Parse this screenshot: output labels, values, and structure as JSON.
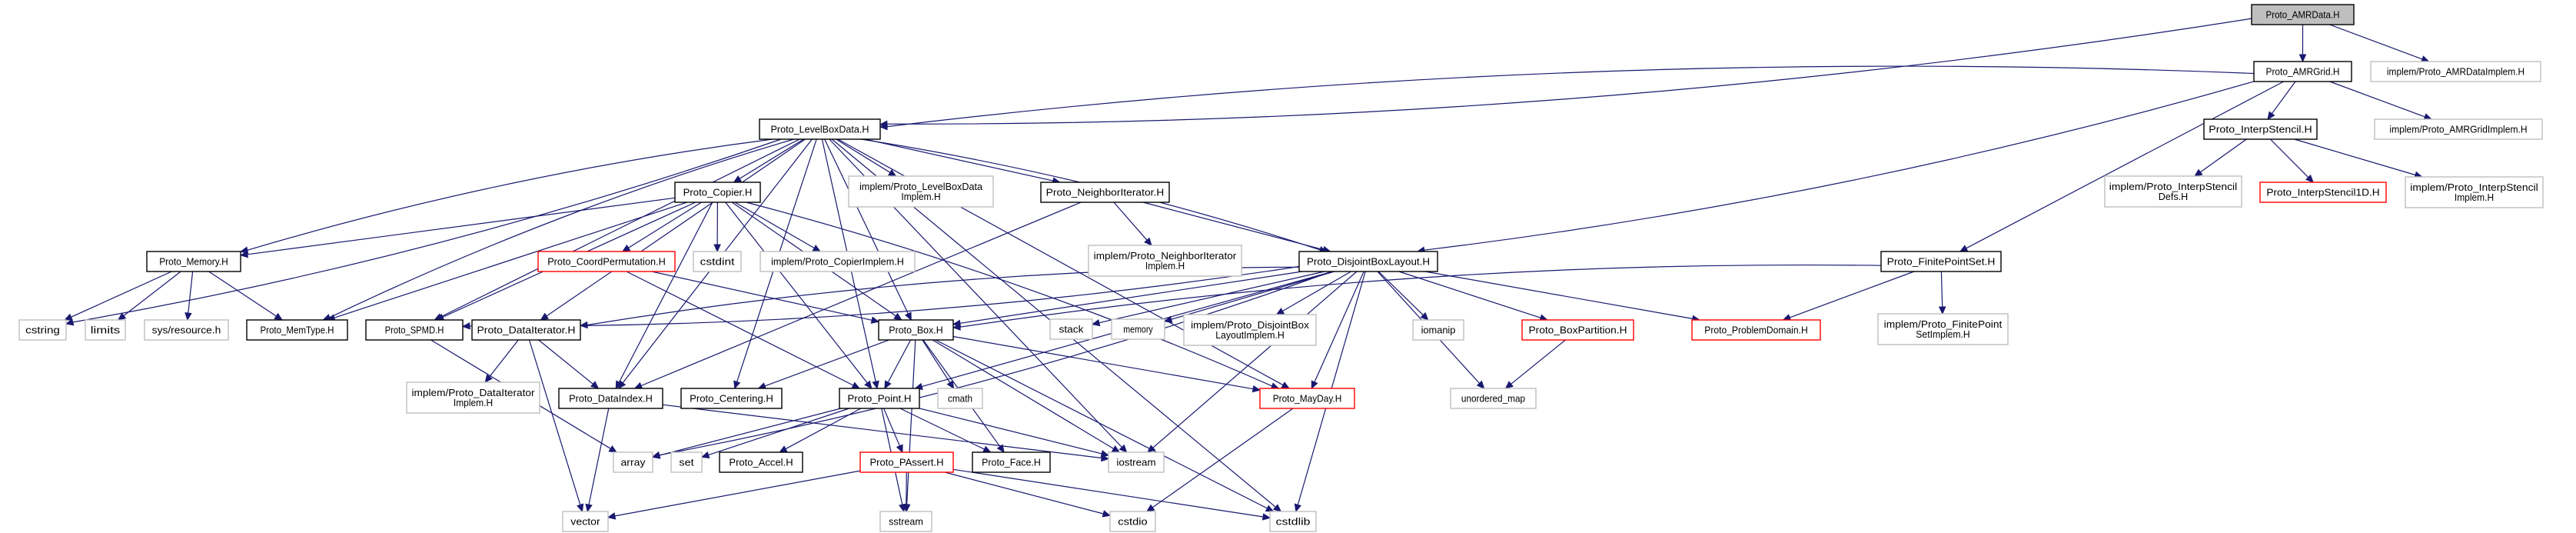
{
  "title": "Proto_AMRData.H include dependency graph",
  "colors": {
    "edge": "#191970",
    "root_fill": "#bfbfbf",
    "root_border": "#000000",
    "documented_border": "#000000",
    "undocumented_border": "#ff0000",
    "external_border": "#bfbfbf",
    "node_fill": "#ffffff"
  },
  "nodes": [
    {
      "id": "amrdata",
      "label": [
        "Proto_AMRData.H"
      ],
      "kind": "root"
    },
    {
      "id": "amrgrid",
      "label": [
        "Proto_AMRGrid.H"
      ],
      "kind": "documented"
    },
    {
      "id": "amrdataimplem",
      "label": [
        "implem/Proto_AMRDataImplem.H"
      ],
      "kind": "external"
    },
    {
      "id": "levelboxdata",
      "label": [
        "Proto_LevelBoxData.H"
      ],
      "kind": "documented"
    },
    {
      "id": "interpstencil",
      "label": [
        "Proto_InterpStencil.H"
      ],
      "kind": "documented"
    },
    {
      "id": "amrgridimplem",
      "label": [
        "implem/Proto_AMRGridImplem.H"
      ],
      "kind": "external"
    },
    {
      "id": "interpstencildefs",
      "label": [
        "implem/Proto_InterpStencil",
        "Defs.H"
      ],
      "kind": "external"
    },
    {
      "id": "interpstencil1d",
      "label": [
        "Proto_InterpStencil1D.H"
      ],
      "kind": "undocumented"
    },
    {
      "id": "interpstencilimplem",
      "label": [
        "implem/Proto_InterpStencil",
        "Implem.H"
      ],
      "kind": "external"
    },
    {
      "id": "copier",
      "label": [
        "Proto_Copier.H"
      ],
      "kind": "documented"
    },
    {
      "id": "levelboxdataimplem",
      "label": [
        "implem/Proto_LevelBoxData",
        "Implem.H"
      ],
      "kind": "external"
    },
    {
      "id": "neighboriterator",
      "label": [
        "Proto_NeighborIterator.H"
      ],
      "kind": "documented"
    },
    {
      "id": "memory",
      "label": [
        "Proto_Memory.H"
      ],
      "kind": "documented"
    },
    {
      "id": "coordpermutation",
      "label": [
        "Proto_CoordPermutation.H"
      ],
      "kind": "undocumented"
    },
    {
      "id": "cstdint",
      "label": [
        "cstdint"
      ],
      "kind": "external"
    },
    {
      "id": "copierimplem",
      "label": [
        "implem/Proto_CopierImplem.H"
      ],
      "kind": "external"
    },
    {
      "id": "neighboriteratorimplem",
      "label": [
        "implem/Proto_NeighborIterator",
        "Implem.H"
      ],
      "kind": "external"
    },
    {
      "id": "disjointboxlayout",
      "label": [
        "Proto_DisjointBoxLayout.H"
      ],
      "kind": "documented"
    },
    {
      "id": "finitepointset",
      "label": [
        "Proto_FinitePointSet.H"
      ],
      "kind": "documented"
    },
    {
      "id": "cstring",
      "label": [
        "cstring"
      ],
      "kind": "external"
    },
    {
      "id": "limits",
      "label": [
        "limits"
      ],
      "kind": "external"
    },
    {
      "id": "sysresource",
      "label": [
        "sys/resource.h"
      ],
      "kind": "external"
    },
    {
      "id": "memtype",
      "label": [
        "Proto_MemType.H"
      ],
      "kind": "documented"
    },
    {
      "id": "spmd",
      "label": [
        "Proto_SPMD.H"
      ],
      "kind": "documented"
    },
    {
      "id": "dataiterator",
      "label": [
        "Proto_DataIterator.H"
      ],
      "kind": "documented"
    },
    {
      "id": "box",
      "label": [
        "Proto_Box.H"
      ],
      "kind": "documented"
    },
    {
      "id": "stack",
      "label": [
        "stack"
      ],
      "kind": "external"
    },
    {
      "id": "memorystd",
      "label": [
        "memory"
      ],
      "kind": "external"
    },
    {
      "id": "disjointboxlayoutimplem",
      "label": [
        "implem/Proto_DisjointBox",
        "LayoutImplem.H"
      ],
      "kind": "external"
    },
    {
      "id": "iomanip",
      "label": [
        "iomanip"
      ],
      "kind": "external"
    },
    {
      "id": "boxpartition",
      "label": [
        "Proto_BoxPartition.H"
      ],
      "kind": "undocumented"
    },
    {
      "id": "problemdomain",
      "label": [
        "Proto_ProblemDomain.H"
      ],
      "kind": "undocumented"
    },
    {
      "id": "finitepointsetimplem",
      "label": [
        "implem/Proto_FinitePoint",
        "SetImplem.H"
      ],
      "kind": "external"
    },
    {
      "id": "dataiteratorimplem",
      "label": [
        "implem/Proto_DataIterator",
        "Implem.H"
      ],
      "kind": "external"
    },
    {
      "id": "dataindex",
      "label": [
        "Proto_DataIndex.H"
      ],
      "kind": "documented"
    },
    {
      "id": "centering",
      "label": [
        "Proto_Centering.H"
      ],
      "kind": "documented"
    },
    {
      "id": "point",
      "label": [
        "Proto_Point.H"
      ],
      "kind": "documented"
    },
    {
      "id": "cmath",
      "label": [
        "cmath"
      ],
      "kind": "external"
    },
    {
      "id": "mayday",
      "label": [
        "Proto_MayDay.H"
      ],
      "kind": "undocumented"
    },
    {
      "id": "unorderedmap",
      "label": [
        "unordered_map"
      ],
      "kind": "external"
    },
    {
      "id": "array",
      "label": [
        "array"
      ],
      "kind": "external"
    },
    {
      "id": "set",
      "label": [
        "set"
      ],
      "kind": "external"
    },
    {
      "id": "accel",
      "label": [
        "Proto_Accel.H"
      ],
      "kind": "documented"
    },
    {
      "id": "passert",
      "label": [
        "Proto_PAssert.H"
      ],
      "kind": "undocumented"
    },
    {
      "id": "face",
      "label": [
        "Proto_Face.H"
      ],
      "kind": "documented"
    },
    {
      "id": "iostream",
      "label": [
        "iostream"
      ],
      "kind": "external"
    },
    {
      "id": "vector",
      "label": [
        "vector"
      ],
      "kind": "external"
    },
    {
      "id": "sstream",
      "label": [
        "sstream"
      ],
      "kind": "external"
    },
    {
      "id": "cstdio",
      "label": [
        "cstdio"
      ],
      "kind": "external"
    },
    {
      "id": "cstdlib",
      "label": [
        "cstdlib"
      ],
      "kind": "external"
    }
  ],
  "edges": [
    [
      "amrdata",
      "amrgrid"
    ],
    [
      "amrdata",
      "amrdataimplem"
    ],
    [
      "amrdata",
      "levelboxdata"
    ],
    [
      "amrgrid",
      "levelboxdata"
    ],
    [
      "amrgrid",
      "interpstencil"
    ],
    [
      "amrgrid",
      "amrgridimplem"
    ],
    [
      "amrgrid",
      "disjointboxlayout"
    ],
    [
      "amrgrid",
      "finitepointset"
    ],
    [
      "interpstencil",
      "interpstencildefs"
    ],
    [
      "interpstencil",
      "interpstencil1d"
    ],
    [
      "interpstencil",
      "interpstencilimplem"
    ],
    [
      "levelboxdata",
      "copier"
    ],
    [
      "levelboxdata",
      "levelboxdataimplem"
    ],
    [
      "levelboxdata",
      "neighboriterator"
    ],
    [
      "levelboxdata",
      "disjointboxlayout"
    ],
    [
      "levelboxdata",
      "memory"
    ],
    [
      "levelboxdata",
      "cstring"
    ],
    [
      "levelboxdata",
      "memtype"
    ],
    [
      "levelboxdata",
      "spmd"
    ],
    [
      "levelboxdata",
      "dataiterator"
    ],
    [
      "levelboxdata",
      "dataindex"
    ],
    [
      "levelboxdata",
      "centering"
    ],
    [
      "levelboxdata",
      "point"
    ],
    [
      "levelboxdata",
      "box"
    ],
    [
      "levelboxdata",
      "mayday"
    ],
    [
      "levelboxdata",
      "iostream"
    ],
    [
      "levelboxdata",
      "cstdlib"
    ],
    [
      "copier",
      "memory"
    ],
    [
      "copier",
      "coordpermutation"
    ],
    [
      "copier",
      "cstdint"
    ],
    [
      "copier",
      "copierimplem"
    ],
    [
      "copier",
      "memtype"
    ],
    [
      "copier",
      "spmd"
    ],
    [
      "copier",
      "dataindex"
    ],
    [
      "copier",
      "box"
    ],
    [
      "copier",
      "point"
    ],
    [
      "copier",
      "mayday"
    ],
    [
      "neighboriterator",
      "neighboriteratorimplem"
    ],
    [
      "neighboriterator",
      "disjointboxlayout"
    ],
    [
      "neighboriterator",
      "dataindex"
    ],
    [
      "memory",
      "cstring"
    ],
    [
      "memory",
      "limits"
    ],
    [
      "memory",
      "sysresource"
    ],
    [
      "memory",
      "memtype"
    ],
    [
      "coordpermutation",
      "box"
    ],
    [
      "coordpermutation",
      "point"
    ],
    [
      "disjointboxlayout",
      "box"
    ],
    [
      "disjointboxlayout",
      "point"
    ],
    [
      "disjointboxlayout",
      "spmd"
    ],
    [
      "disjointboxlayout",
      "dataiterator"
    ],
    [
      "disjointboxlayout",
      "stack"
    ],
    [
      "disjointboxlayout",
      "memorystd"
    ],
    [
      "disjointboxlayout",
      "disjointboxlayoutimplem"
    ],
    [
      "disjointboxlayout",
      "iomanip"
    ],
    [
      "disjointboxlayout",
      "boxpartition"
    ],
    [
      "disjointboxlayout",
      "problemdomain"
    ],
    [
      "disjointboxlayout",
      "mayday"
    ],
    [
      "disjointboxlayout",
      "unorderedmap"
    ],
    [
      "disjointboxlayout",
      "iostream"
    ],
    [
      "disjointboxlayout",
      "cstdlib"
    ],
    [
      "disjointboxlayout",
      "array"
    ],
    [
      "finitepointset",
      "box"
    ],
    [
      "finitepointset",
      "problemdomain"
    ],
    [
      "finitepointset",
      "finitepointsetimplem"
    ],
    [
      "spmd",
      "array"
    ],
    [
      "dataiterator",
      "dataiteratorimplem"
    ],
    [
      "dataiterator",
      "dataindex"
    ],
    [
      "dataiterator",
      "vector"
    ],
    [
      "dataindex",
      "vector"
    ],
    [
      "dataindex",
      "iostream"
    ],
    [
      "box",
      "centering"
    ],
    [
      "box",
      "point"
    ],
    [
      "box",
      "cmath"
    ],
    [
      "box",
      "mayday"
    ],
    [
      "box",
      "face"
    ],
    [
      "box",
      "iostream"
    ],
    [
      "box",
      "sstream"
    ],
    [
      "box",
      "cstdlib"
    ],
    [
      "boxpartition",
      "unorderedmap"
    ],
    [
      "point",
      "array"
    ],
    [
      "point",
      "set"
    ],
    [
      "point",
      "accel"
    ],
    [
      "point",
      "passert"
    ],
    [
      "point",
      "face"
    ],
    [
      "point",
      "iostream"
    ],
    [
      "point",
      "sstream"
    ],
    [
      "passert",
      "vector"
    ],
    [
      "passert",
      "sstream"
    ],
    [
      "passert",
      "cstdio"
    ],
    [
      "passert",
      "cstdlib"
    ],
    [
      "mayday",
      "cstdio"
    ]
  ]
}
